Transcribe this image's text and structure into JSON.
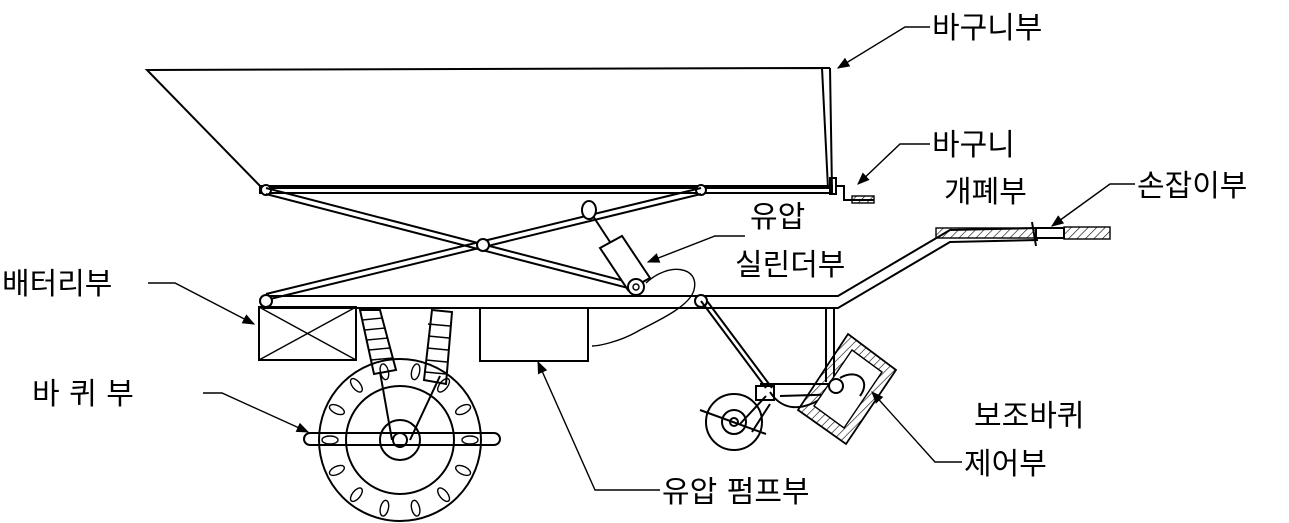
{
  "labels": {
    "basket": "바구니부",
    "basket_open_line1": "바구니",
    "basket_open_line2": "개폐부",
    "handle": "손잡이부",
    "cylinder_line1": "유압",
    "cylinder_line2": "실린더부",
    "battery": "배터리부",
    "wheel": "바 퀴 부",
    "aux_line1": "보조바퀴",
    "aux_line2": "제어부",
    "pump": "유압 펌프부"
  }
}
